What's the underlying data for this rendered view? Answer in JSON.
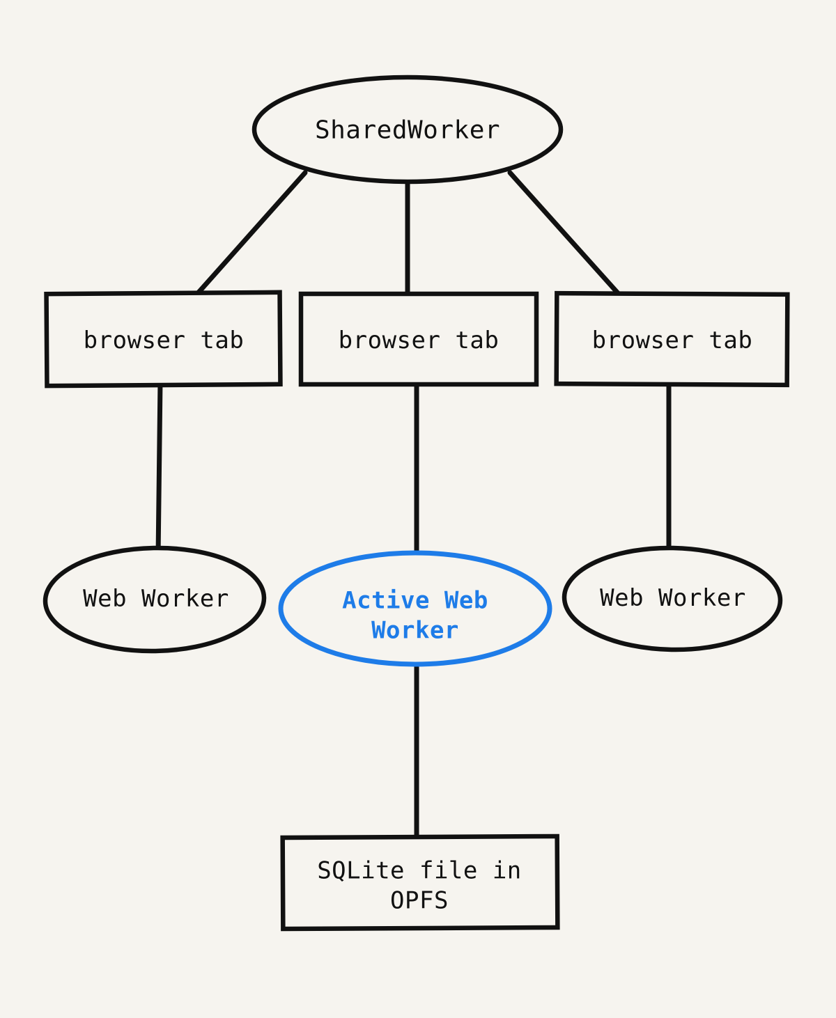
{
  "diagram": {
    "colors": {
      "background": "#f6f4ef",
      "stroke": "#111111",
      "accent_blue": "#1e7ce8"
    },
    "nodes": {
      "shared_worker": {
        "label": "SharedWorker",
        "shape": "ellipse"
      },
      "tab_left": {
        "label": "browser tab",
        "shape": "rectangle"
      },
      "tab_middle": {
        "label": "browser tab",
        "shape": "rectangle"
      },
      "tab_right": {
        "label": "browser tab",
        "shape": "rectangle"
      },
      "worker_left": {
        "label": "Web Worker",
        "shape": "ellipse"
      },
      "worker_active": {
        "label": "Active Web Worker",
        "shape": "ellipse",
        "highlighted": true
      },
      "worker_right": {
        "label": "Web Worker",
        "shape": "ellipse"
      },
      "sqlite": {
        "label": "SQLite file in OPFS",
        "shape": "rectangle"
      }
    },
    "edges": [
      {
        "from": "shared_worker",
        "to": "tab_left"
      },
      {
        "from": "shared_worker",
        "to": "tab_middle"
      },
      {
        "from": "shared_worker",
        "to": "tab_right"
      },
      {
        "from": "tab_left",
        "to": "worker_left"
      },
      {
        "from": "tab_middle",
        "to": "worker_active"
      },
      {
        "from": "tab_right",
        "to": "worker_right"
      },
      {
        "from": "worker_active",
        "to": "sqlite"
      }
    ]
  }
}
